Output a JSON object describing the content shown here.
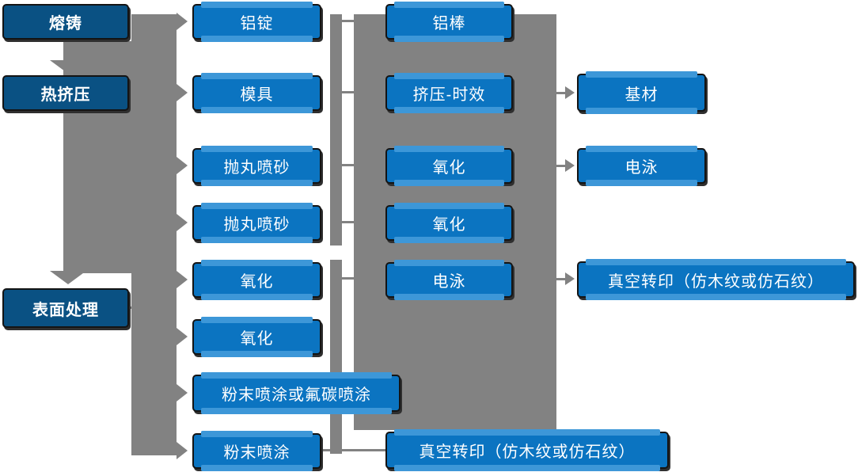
{
  "colors": {
    "stage_box": "#0a5183",
    "process_box": "#0b74c1",
    "accent_bar": "#3d97d8",
    "connector": "#828282",
    "box_border": "#141414",
    "text": "#ffffff",
    "background": "#ffffff"
  },
  "flow": {
    "stages": [
      {
        "label": "熔铸"
      },
      {
        "label": "热挤压"
      },
      {
        "label": "表面处理"
      }
    ],
    "process_col": [
      {
        "label": "铝锭"
      },
      {
        "label": "模具"
      },
      {
        "label": "抛丸喷砂"
      },
      {
        "label": "抛丸喷砂"
      },
      {
        "label": "氧化"
      },
      {
        "label": "氧化"
      },
      {
        "label": "粉末喷涂或氟碳喷涂"
      },
      {
        "label": "粉末喷涂"
      }
    ],
    "treatment_col": [
      {
        "label": "铝棒"
      },
      {
        "label": "挤压-时效"
      },
      {
        "label": "氧化"
      },
      {
        "label": "氧化"
      },
      {
        "label": "电泳"
      },
      {
        "label": "真空转印（仿木纹或仿石纹）"
      }
    ],
    "output_col": [
      {
        "label": "基材"
      },
      {
        "label": "电泳"
      },
      {
        "label": "真空转印（仿木纹或仿石纹）"
      }
    ]
  }
}
